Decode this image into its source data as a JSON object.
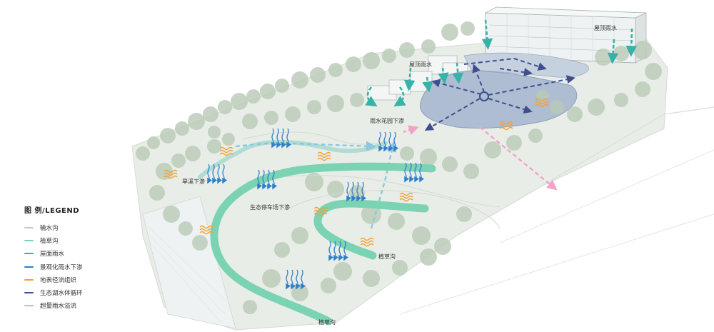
{
  "colors": {
    "transport_ditch": "#a6d8cf",
    "grass_swale": "#7ad3b2",
    "roof_rain": "#36b3a9",
    "infiltration": "#2f7fc9",
    "runoff": "#f0a236",
    "lake_cycle": "#3d4f8c",
    "overflow": "#f2a3c8",
    "lake_fill": "#aebdd2",
    "tree": "#b9c9b7",
    "ground": "#e9ede7",
    "building": "#eef2f2"
  },
  "labels": {
    "roof_rain_top": "屋顶雨水",
    "roof_rain_mid": "屋顶雨水",
    "rain_garden": "雨水花园下渗",
    "dry_creek": "旱溪下渗",
    "eco_parking": "生态停车场下渗",
    "grass_swale_mid": "植草沟",
    "grass_swale_bottom": "植草沟"
  },
  "legend": {
    "title": "图  例/LEGEND",
    "items": [
      {
        "label": "输水沟",
        "color": "#a6d8cf"
      },
      {
        "label": "植草沟",
        "color": "#7ad3b2"
      },
      {
        "label": "屋面雨水",
        "color": "#36b3a9"
      },
      {
        "label": "景观化雨水下渗",
        "color": "#2f7fc9"
      },
      {
        "label": "地表径流组织",
        "color": "#f0a236"
      },
      {
        "label": "生态湖水体循环",
        "color": "#3d4f8c"
      },
      {
        "label": "超量雨水溢流",
        "color": "#f2a3c8"
      }
    ]
  }
}
